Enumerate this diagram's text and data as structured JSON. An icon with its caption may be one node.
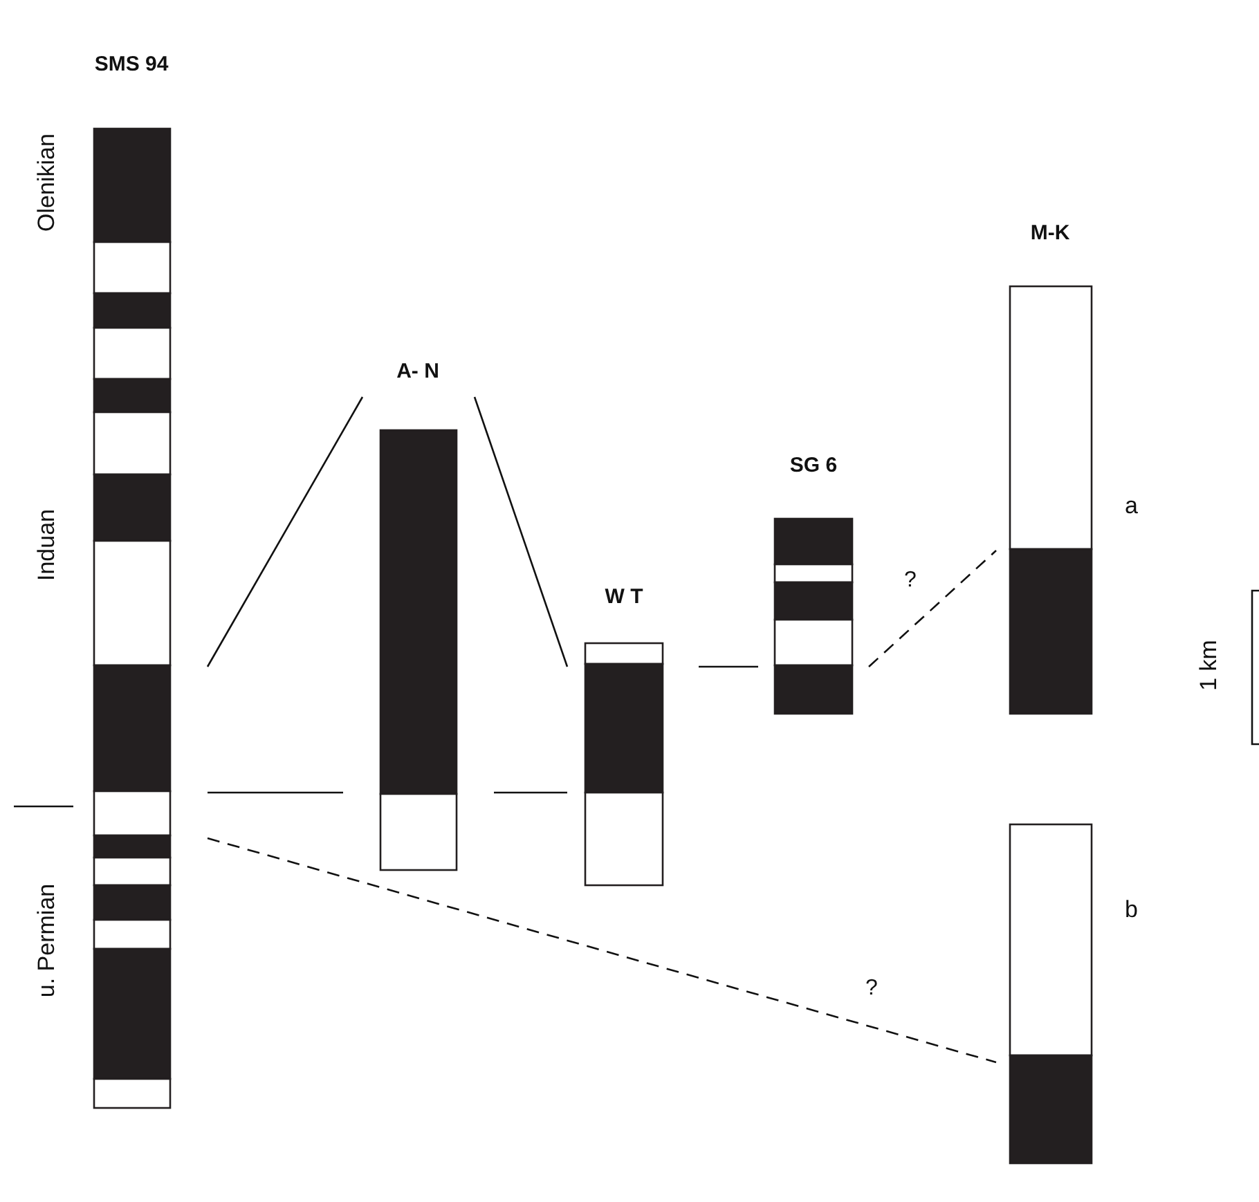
{
  "diagram": {
    "nodes": [
      {
        "text": [
          "SMS 94"
        ]
      },
      {
        "text": [
          "A- N"
        ]
      },
      {
        "text": [
          "W T"
        ]
      },
      {
        "text": [
          "SG 6"
        ]
      },
      {
        "text": [
          "M-K"
        ],
        "beside": [
          "a"
        ]
      },
      {
        "text": [],
        "shape": "bar",
        "beside": [
          "b"
        ]
      }
    ],
    "edges": [
      {
        "from": 0,
        "to": 1,
        "arrow": "none"
      },
      {
        "from": 1,
        "to": 2,
        "arrow": "none"
      },
      {
        "from": 0,
        "to": 1,
        "arrow": "none"
      },
      {
        "from": 1,
        "to": 2,
        "arrow": "none"
      },
      {
        "from": 2,
        "to": 3,
        "arrow": "none"
      },
      {
        "from": 3,
        "to": 4,
        "arrow": "none",
        "style": "dashed",
        "label": "?"
      },
      {
        "from": 0,
        "to": 5,
        "arrow": "none",
        "style": "dashed",
        "label": "?"
      }
    ],
    "labels": [
      "Olenikian",
      "Induan",
      "u. Permian",
      "1 km"
    ]
  }
}
